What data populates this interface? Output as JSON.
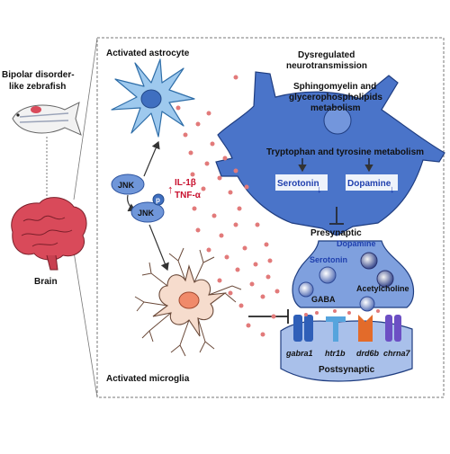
{
  "left": {
    "fish_label_line1": "Bipolar disorder-",
    "fish_label_line2": "like zebrafish",
    "brain_label": "Brain"
  },
  "glia": {
    "astrocyte_label": "Activated astrocyte",
    "microglia_label": "Activated microglia"
  },
  "signaling": {
    "jnk": "JNK",
    "jnk_p": "JNK",
    "p": "p",
    "il1b": "IL-1β",
    "tnfa": "TNF-α",
    "up_arrow": "↑"
  },
  "neuron": {
    "dysregulated_line1": "Dysregulated",
    "dysregulated_line2": "neurotransmission",
    "sphingo_line1": "Sphingomyelin and",
    "sphingo_line2": "glycerophospholipids",
    "sphingo_line3": "metabolism",
    "tryptophan": "Tryptophan and tyrosine metabolism",
    "serotonin": "Serotonin",
    "dopamine": "Dopamine",
    "down_arrow": "↓"
  },
  "synapse": {
    "presynaptic": "Presynaptic",
    "postsynaptic": "Postsynaptic",
    "dopamine": "Dopamine",
    "serotonin": "Serotonin",
    "gaba": "GABA",
    "acetylcholine": "Acetylcholine",
    "receptors": [
      "gabra1",
      "htr1b",
      "drd6b",
      "chrna7"
    ]
  },
  "colors": {
    "neuron_fill": "#4a74c9",
    "synapse_fill": "#7fa0de",
    "dots": "#e27a7a",
    "brain": "#d94a5a",
    "astrocyte": "#9ec9ee",
    "microglia": "#f6dccd",
    "receptor_gabra1": "#2f5fb8",
    "receptor_htr1b": "#56a4dd",
    "receptor_drd6b": "#e36b2a",
    "receptor_chrna7": "#6c4fc4"
  }
}
